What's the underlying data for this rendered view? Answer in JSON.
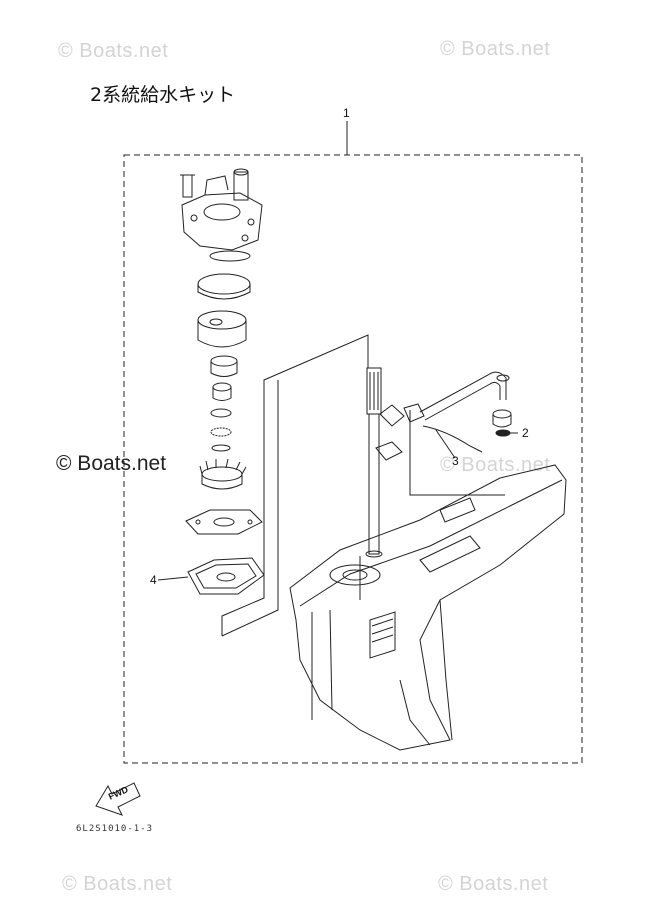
{
  "title": "2系統給水キット",
  "watermarks": {
    "text": "© Boats.net",
    "prominent": "© Boats.net"
  },
  "callouts": {
    "c1": "1",
    "c2": "2",
    "c3": "3",
    "c4": "4"
  },
  "fwd_label": "FWD",
  "diagram_code": "6L2S1010-1-3"
}
